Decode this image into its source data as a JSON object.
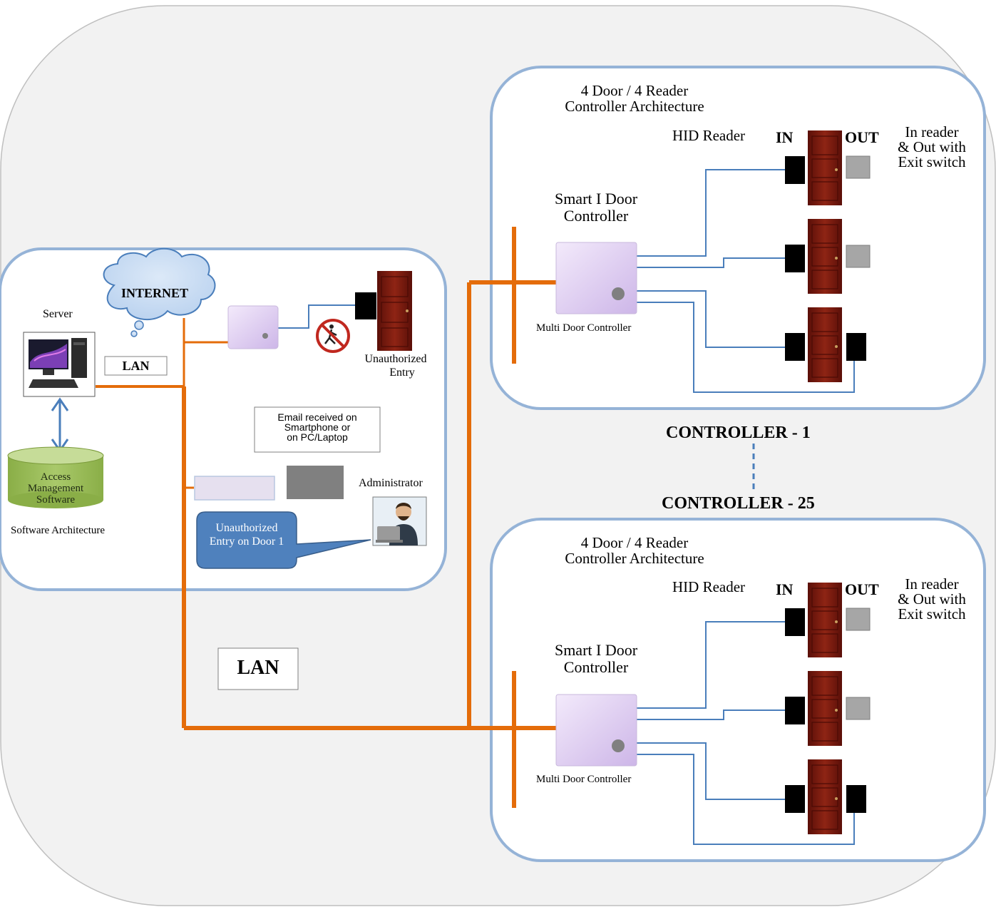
{
  "software": {
    "server_label": "Server",
    "internet_label": "INTERNET",
    "lan_small_label": "LAN",
    "db_label_lines": [
      "Access",
      "Management",
      "Software"
    ],
    "caption": "Software Architecture",
    "unauthorized_entry_lines": [
      "Unauthorized",
      "Entry"
    ],
    "email_lines": [
      "Email received on",
      "Smartphone or",
      "on PC/Laptop"
    ],
    "administrator_label": "Administrator",
    "alert_lines": [
      "Unauthorized",
      "Entry on Door 1"
    ]
  },
  "lan_big_label": "LAN",
  "controllers": [
    {
      "arch_title_lines": [
        "4 Door / 4 Reader",
        "Controller Architecture"
      ],
      "hid_reader_label": "HID Reader",
      "in_label": "IN",
      "out_label": "OUT",
      "in_out_note_lines": [
        "In reader",
        "& Out with",
        "Exit switch"
      ],
      "smart_title_lines": [
        "Smart I Door",
        "Controller"
      ],
      "device_label": "Multi Door Controller"
    },
    {
      "arch_title_lines": [
        "4 Door / 4 Reader",
        "Controller Architecture"
      ],
      "hid_reader_label": "HID Reader",
      "in_label": "IN",
      "out_label": "OUT",
      "in_out_note_lines": [
        "In reader",
        "& Out with",
        "Exit switch"
      ],
      "smart_title_lines": [
        "Smart I Door",
        "Controller"
      ],
      "device_label": "Multi Door Controller"
    }
  ],
  "controller_first_label": "CONTROLLER - 1",
  "controller_last_label": "CONTROLLER - 25",
  "colors": {
    "lan_cable": "#E46C0A",
    "signal_wire": "#4A7EBB",
    "panel_border": "#95B3D7",
    "outer_bg": "#F2F2F2",
    "door": "#7B1A10",
    "alert_bubble": "#4F81BD",
    "database": "#9BBB59"
  }
}
